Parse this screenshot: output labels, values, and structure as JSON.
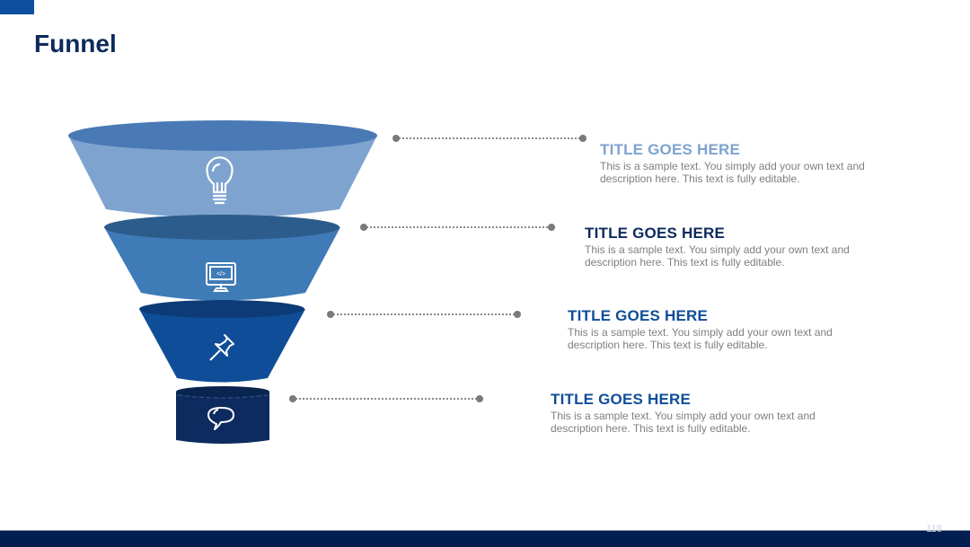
{
  "page": {
    "title": "Funnel",
    "page_number": "118"
  },
  "colors": {
    "title": "#0d2a5c",
    "corner_tab": "#0f4fa0",
    "footer": "#001e50",
    "connector": "#7a7a7a",
    "description": "#7f7f7f"
  },
  "funnel": {
    "stages": [
      {
        "icon": "lightbulb-icon",
        "body_color": "#7ea3cf",
        "top_color": "#4a7ab5"
      },
      {
        "icon": "monitor-code-icon",
        "body_color": "#3f7bb6",
        "top_color": "#2c5c8c"
      },
      {
        "icon": "pushpin-icon",
        "body_color": "#0f4d98",
        "top_color": "#0c3b78"
      },
      {
        "icon": "speech-bubble-icon",
        "body_color": "#0d2b5e",
        "top_color": "#0a2450"
      }
    ]
  },
  "items": [
    {
      "title": "TITLE GOES HERE",
      "title_color": "#7ea3cf",
      "description": "This is a sample text. You simply add your own text and description here. This text is fully editable."
    },
    {
      "title": "TITLE GOES HERE",
      "title_color": "#0d2a5c",
      "description": "This is a sample text. You simply add your own text and description here. This text is fully editable."
    },
    {
      "title": "TITLE GOES HERE",
      "title_color": "#0f4d98",
      "description": "This is a sample text. You simply add your own text and description here. This text is fully editable."
    },
    {
      "title": "TITLE GOES HERE",
      "title_color": "#0f4d98",
      "description": "This is a sample text. You simply add your own text and description here. This text is fully editable."
    }
  ]
}
